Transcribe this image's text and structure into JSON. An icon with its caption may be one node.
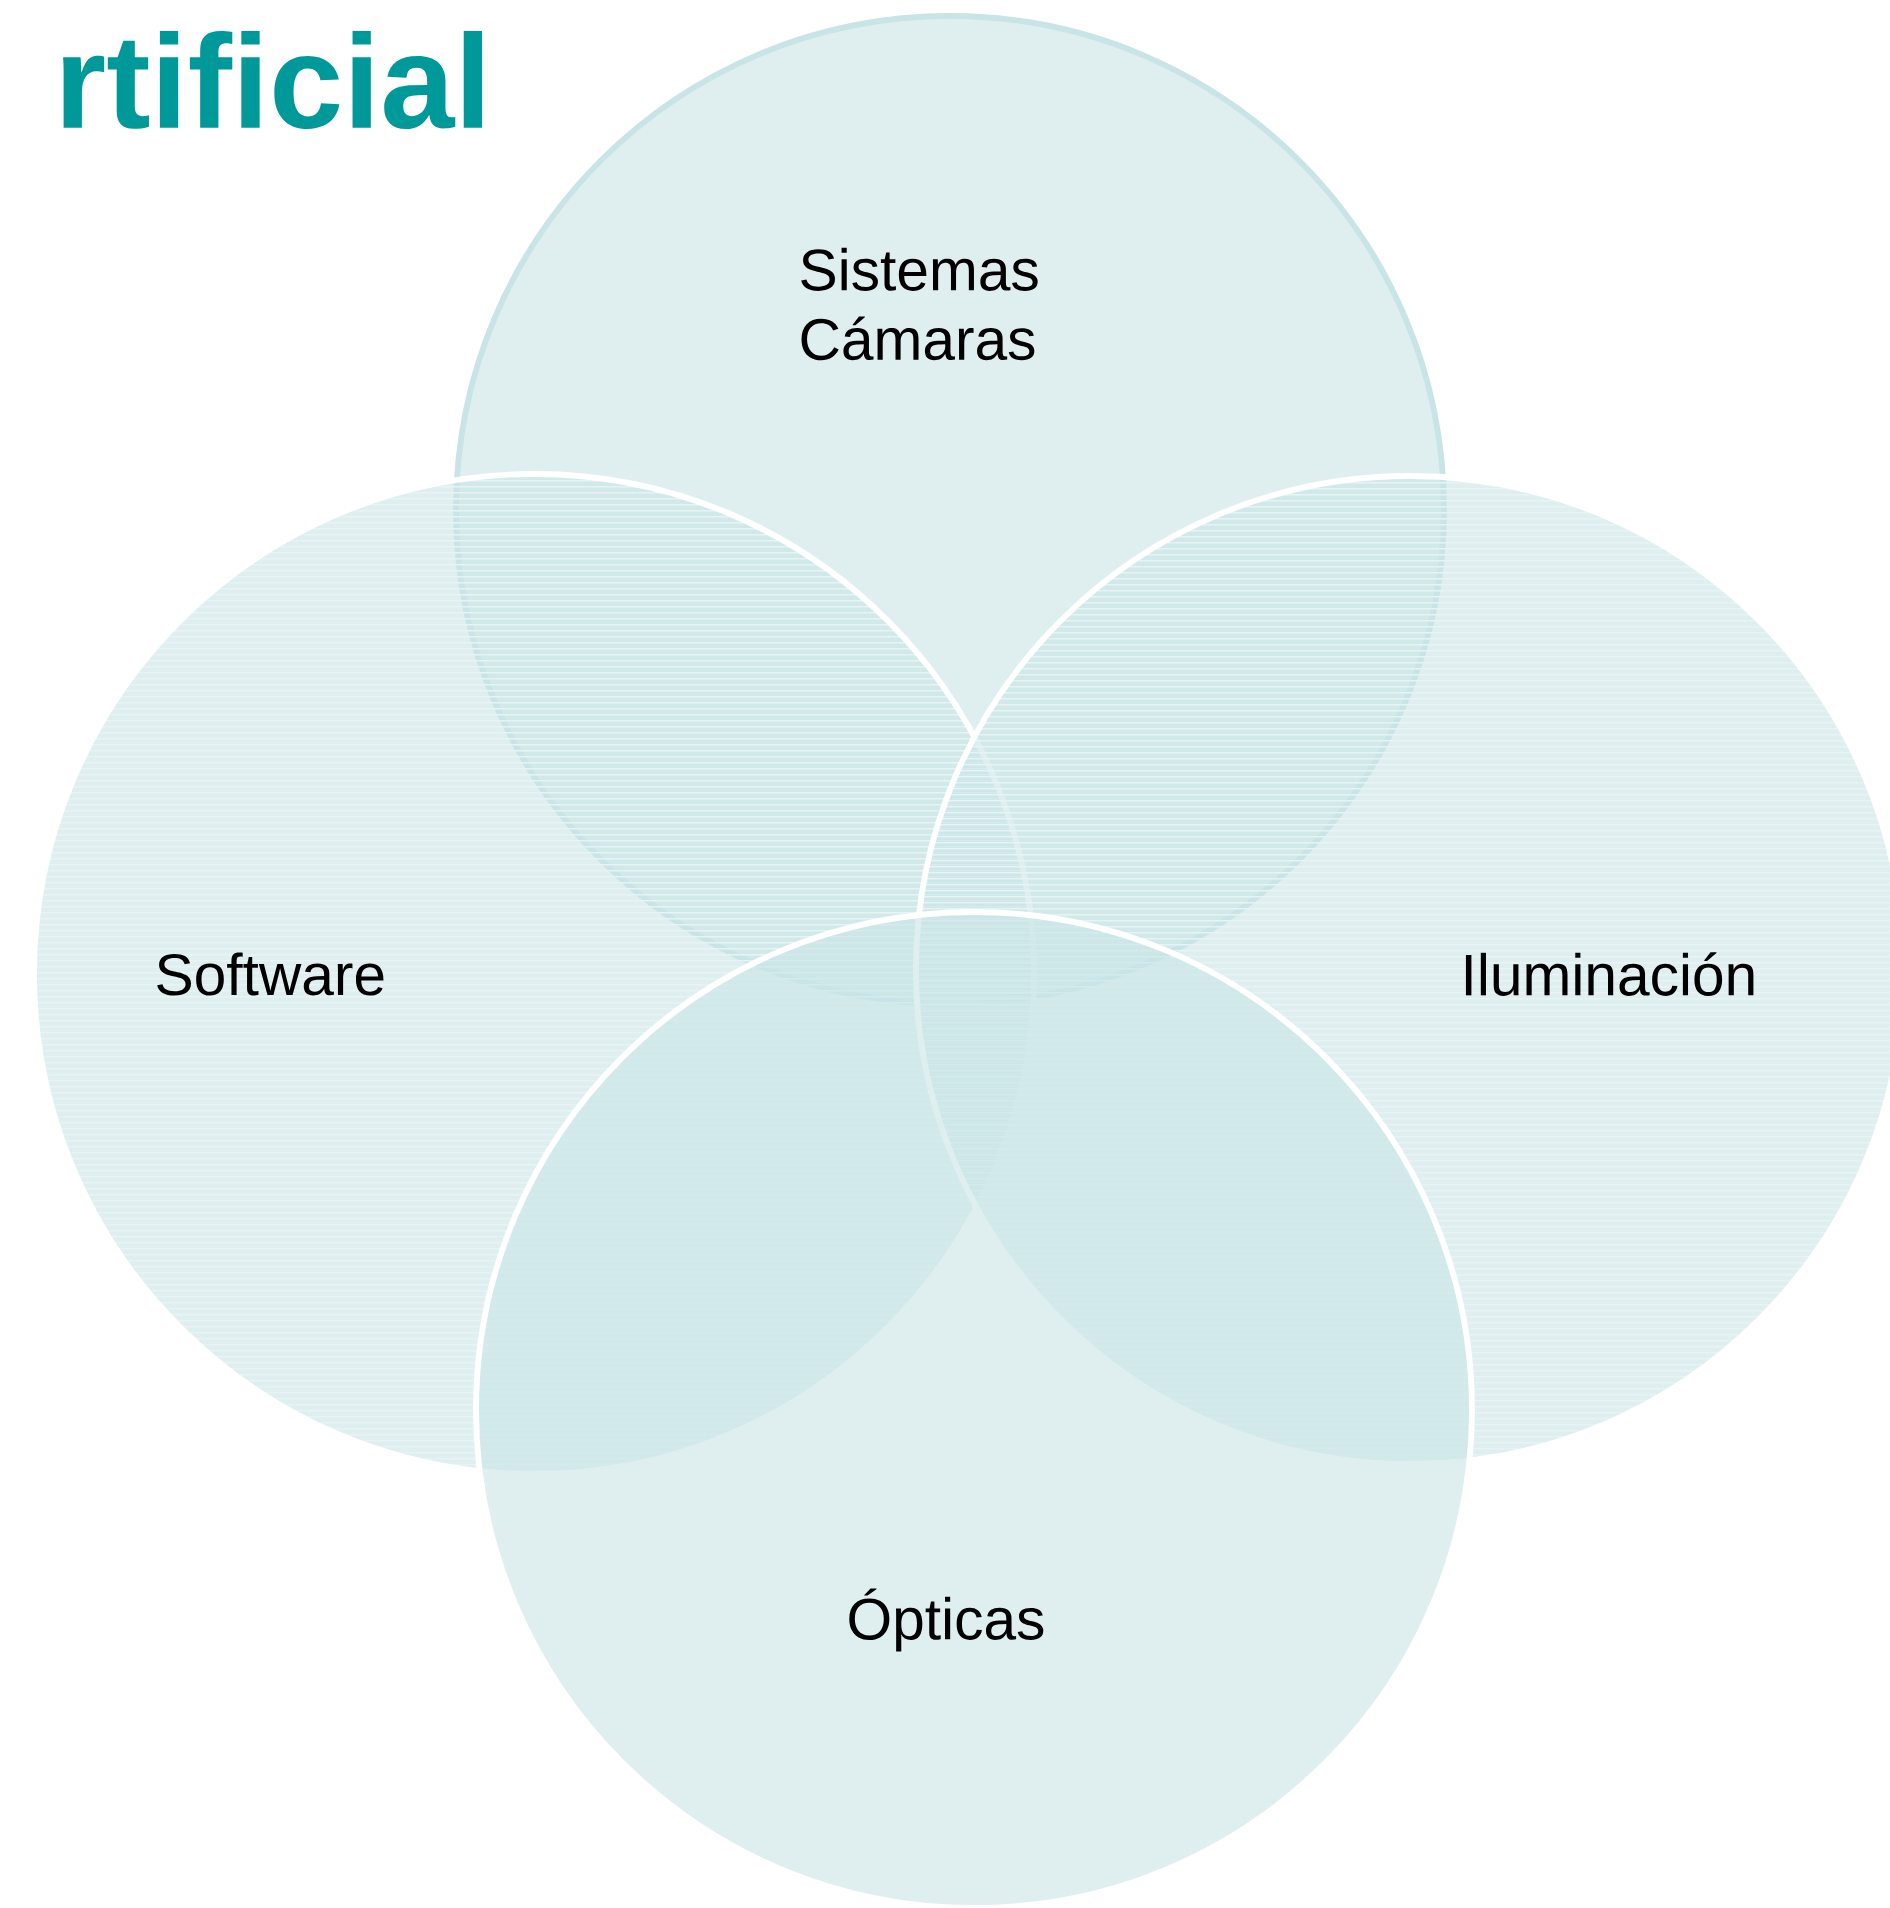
{
  "diagram": {
    "title": "rtificial",
    "nodes": [
      {
        "text": [
          "Sistemas Cámaras"
        ]
      },
      {
        "text": [
          "Software"
        ]
      },
      {
        "text": [
          "Iluminación"
        ]
      },
      {
        "text": [
          "Ópticas"
        ]
      }
    ],
    "edges": []
  }
}
